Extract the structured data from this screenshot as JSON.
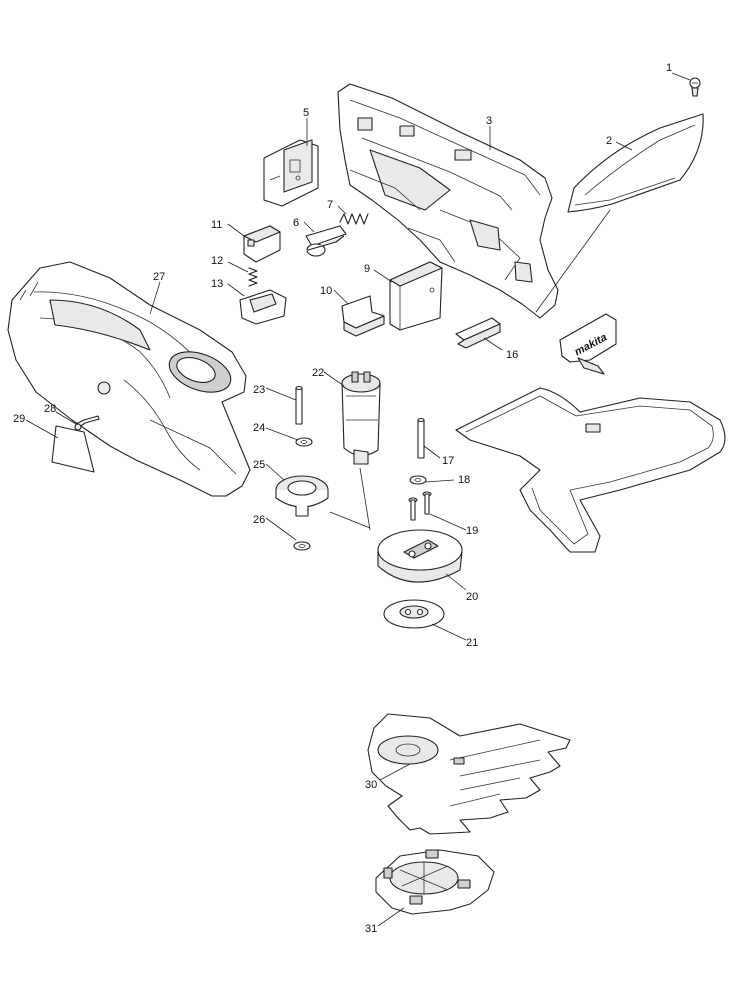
{
  "labels": {
    "p1": "1",
    "p2": "2",
    "p3": "3",
    "p5": "5",
    "p6": "6",
    "p7": "7",
    "p9": "9",
    "p10": "10",
    "p11": "11",
    "p12": "12",
    "p13": "13",
    "p16": "16",
    "p17": "17",
    "p18": "18",
    "p19": "19",
    "p20": "20",
    "p21": "21",
    "p22": "22",
    "p23": "23",
    "p24": "24",
    "p25": "25",
    "p26": "26",
    "p27": "27",
    "p28": "28",
    "p29": "29",
    "p30": "30",
    "p31": "31"
  },
  "logo_text": "makita",
  "colors": {
    "line": "#222222",
    "background": "#ffffff"
  }
}
